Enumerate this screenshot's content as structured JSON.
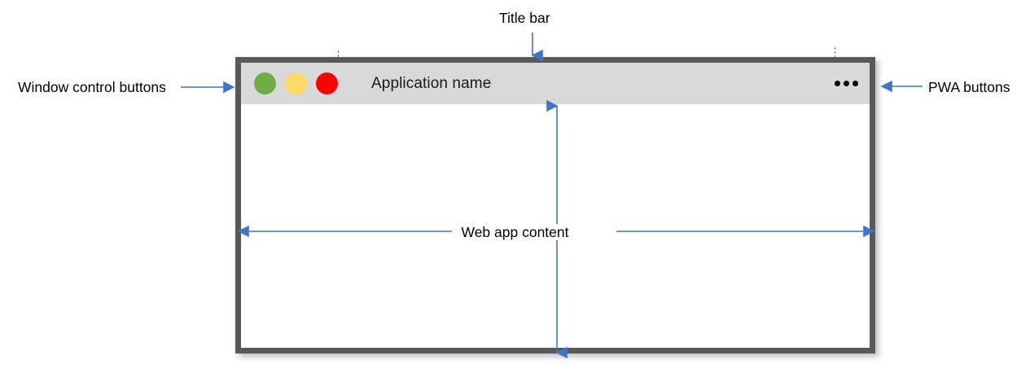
{
  "diagram": {
    "title_note": "PWA window anatomy diagram",
    "accent_color": "#4472c4",
    "annotations": [
      {
        "key": "title_bar",
        "label": "Title bar",
        "arrow": "down"
      },
      {
        "key": "window_controls",
        "label": "Window control buttons",
        "arrow": "right"
      },
      {
        "key": "pwa_buttons",
        "label": "PWA buttons",
        "arrow": "left"
      },
      {
        "key": "web_content",
        "label": "Web app content",
        "arrow": "both"
      }
    ]
  },
  "window": {
    "title": "Application name",
    "border_color": "#595959",
    "title_bar_color": "#d9d9d9",
    "content_color": "#ffffff",
    "controls": [
      {
        "name": "minimize",
        "color": "#70ad47"
      },
      {
        "name": "maximize",
        "color": "#ffd966"
      },
      {
        "name": "close",
        "color": "#fe0000"
      }
    ],
    "pwa_menu": {
      "icon": "ellipsis-icon",
      "dots": 3
    }
  }
}
